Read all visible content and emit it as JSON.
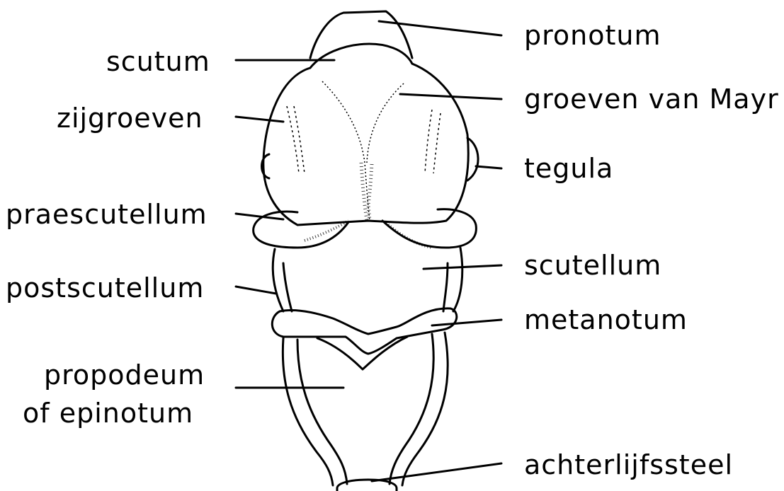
{
  "diagram": {
    "labels_left": {
      "scutum": "scutum",
      "zijgroeven": "zijgroeven",
      "praescutellum": "praescutellum",
      "postscutellum": "postscutellum",
      "propodeum_line1": "propodeum",
      "propodeum_line2": "of epinotum"
    },
    "labels_right": {
      "pronotum": "pronotum",
      "groeven_van_mayr": "groeven van Mayr",
      "tegula": "tegula",
      "scutellum": "scutellum",
      "metanotum": "metanotum",
      "achterlijfssteel": "achterlijfssteel"
    },
    "colors": {
      "ink": "#000000",
      "paper": "#ffffff"
    }
  }
}
